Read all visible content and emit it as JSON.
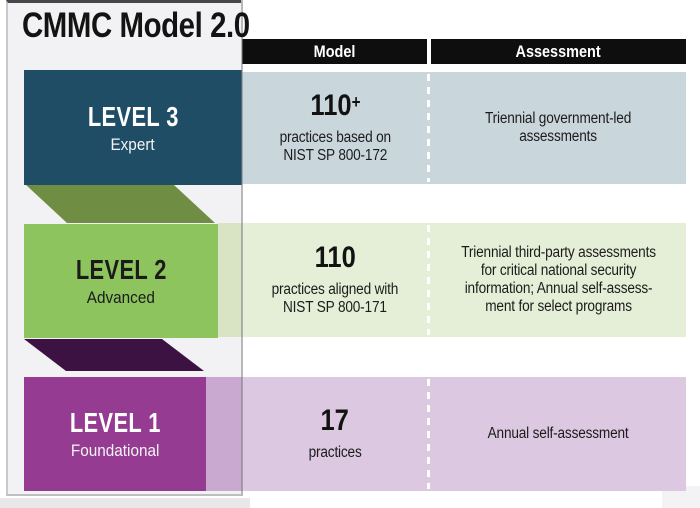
{
  "title": "CMMC Model 2.0",
  "header": {
    "model": "Model",
    "assessment": "Assessment"
  },
  "colors": {
    "level3_box": "#1f4d66",
    "level2_box": "#8ec45e",
    "level1_box": "#953b92",
    "fold_3_to_2": "#6f8e43",
    "fold_2_to_1": "#3c1243",
    "level3_band": "#c9d6dc",
    "level2_band": "#e5eed7",
    "level1_band": "#dcc8e0",
    "header_bar": "#0e0e0e"
  },
  "levels": [
    {
      "name": "LEVEL 3",
      "tier": "Expert",
      "model_value": "110",
      "model_plus": "+",
      "model_desc": "practices based on\nNIST SP 800-172",
      "assessment": "Triennial government-led\nassessments"
    },
    {
      "name": "LEVEL 2",
      "tier": "Advanced",
      "model_value": "110",
      "model_plus": "",
      "model_desc": "practices aligned with\nNIST SP 800-171",
      "assessment": "Triennial third-party assessments\nfor critical national security\ninformation; Annual self-assess-\nment for select programs"
    },
    {
      "name": "LEVEL 1",
      "tier": "Foundational",
      "model_value": "17",
      "model_plus": "",
      "model_desc": "practices",
      "assessment": "Annual self-assessment"
    }
  ]
}
